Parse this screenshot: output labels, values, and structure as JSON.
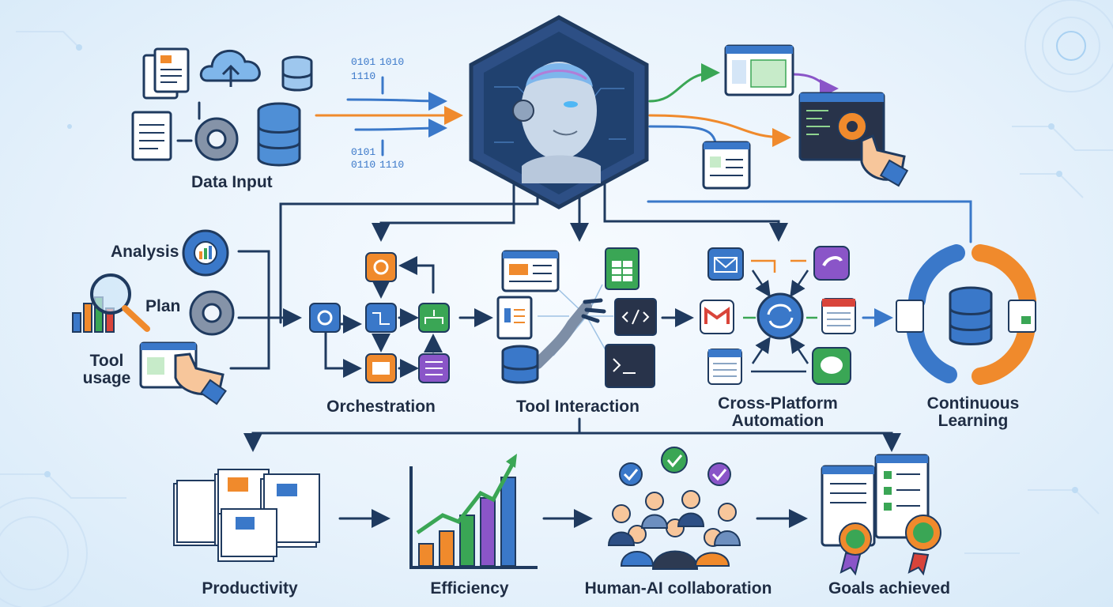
{
  "labels": {
    "data_input": "Data Input",
    "analysis": "Analysis",
    "plan": "Plan",
    "tool_usage_1": "Tool",
    "tool_usage_2": "usage",
    "orchestration": "Orchestration",
    "tool_interaction": "Tool Interaction",
    "cross_platform_1": "Cross-Platform",
    "cross_platform_2": "Automation",
    "continuous_1": "Continuous",
    "continuous_2": "Learning",
    "productivity": "Productivity",
    "efficiency": "Efficiency",
    "human_ai": "Human-AI collaboration",
    "goals": "Goals achieved"
  },
  "binary": {
    "top": [
      "0101",
      "1010",
      "1110"
    ],
    "bottom": [
      "0101",
      "0110",
      "1110"
    ]
  },
  "colors": {
    "navy": "#1f3a5f",
    "blue": "#3a78c9",
    "orange": "#f08a2c",
    "green": "#3aa655",
    "purple": "#8a55c8",
    "red": "#d9443a"
  }
}
